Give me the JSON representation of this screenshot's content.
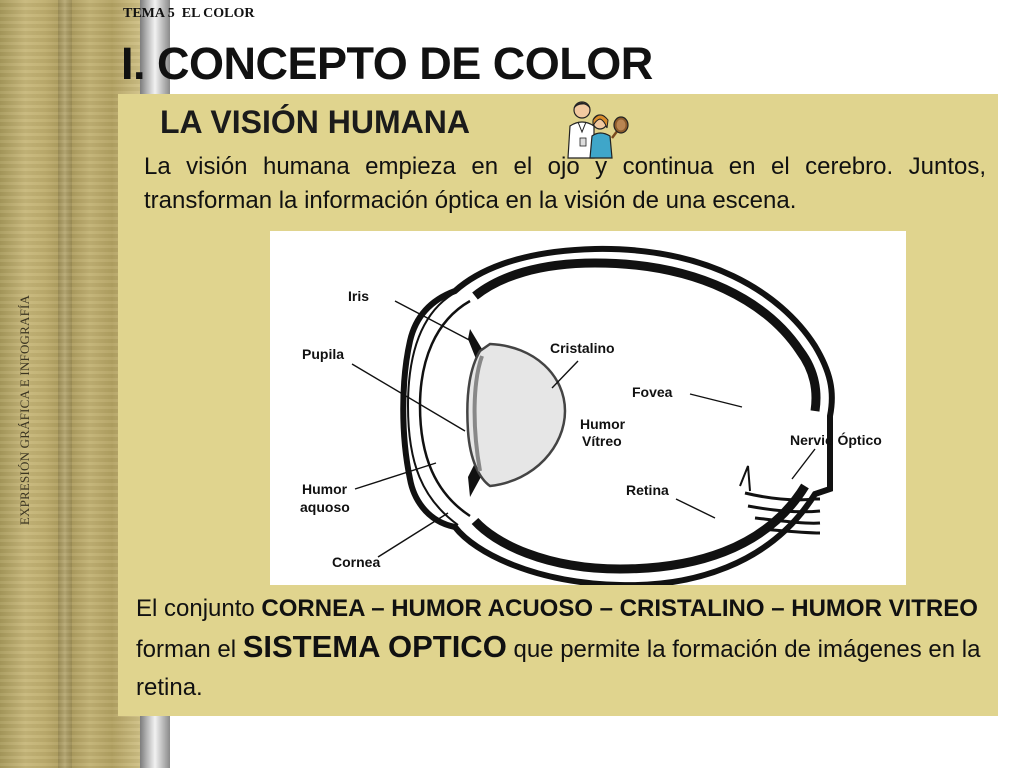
{
  "header": {
    "topic": "TEMA 5  EL COLOR",
    "title": "I. CONCEPTO DE COLOR"
  },
  "sidebar": {
    "vertical_text": "EXPRESIÓN GRÁFICA E INFOGRAFÍA"
  },
  "section": {
    "heading": "LA VISIÓN HUMANA",
    "intro": "La visión humana empieza en el ojo y continua en el cerebro. Juntos, transforman la información óptica en la visión de una escena."
  },
  "diagram": {
    "labels": {
      "iris": "Iris",
      "pupila": "Pupila",
      "cristalino": "Cristalino",
      "fovea": "Fovea",
      "humor_vitreo_1": "Humor",
      "humor_vitreo_2": "Vítreo",
      "nervio_optico": "Nervio Óptico",
      "humor_acuoso_1": "Humor",
      "humor_acuoso_2": "aquoso",
      "retina": "Retina",
      "cornea": "Cornea"
    }
  },
  "summary": {
    "part1": "El conjunto ",
    "bold1": "CORNEA – HUMOR ACUOSO – CRISTALINO – HUMOR VITREO",
    "part2": " forman el ",
    "big": "SISTEMA OPTICO",
    "part3": " que permite la formación de imágenes en la retina."
  },
  "colors": {
    "panel": "#e0d48e",
    "text": "#111111"
  }
}
